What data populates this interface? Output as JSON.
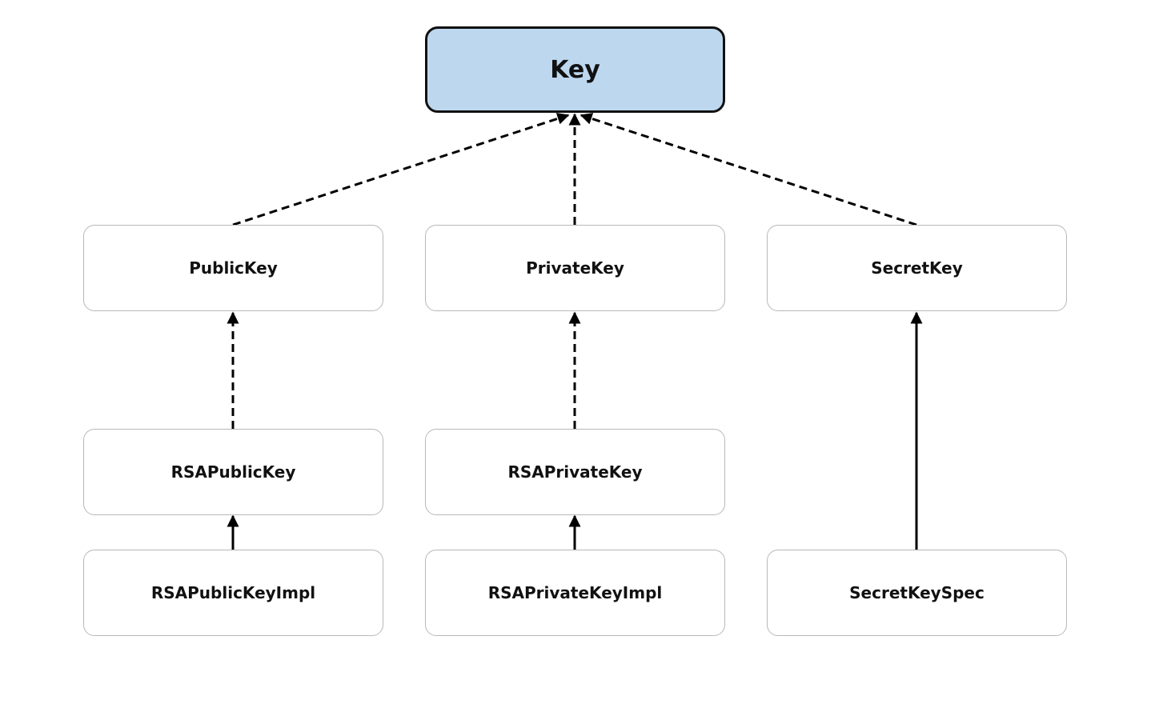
{
  "diagram": {
    "root": {
      "label": "Key"
    },
    "nodes": {
      "public_key": {
        "label": "PublicKey"
      },
      "private_key": {
        "label": "PrivateKey"
      },
      "secret_key": {
        "label": "SecretKey"
      },
      "rsa_public_key": {
        "label": "RSAPublicKey"
      },
      "rsa_private_key": {
        "label": "RSAPrivateKey"
      },
      "rsa_public_key_impl": {
        "label": "RSAPublicKeyImpl"
      },
      "rsa_private_key_impl": {
        "label": "RSAPrivateKeyImpl"
      },
      "secret_key_spec": {
        "label": "SecretKeySpec"
      }
    },
    "edges": [
      {
        "from": "PublicKey",
        "to": "Key",
        "style": "dashed"
      },
      {
        "from": "PrivateKey",
        "to": "Key",
        "style": "dashed"
      },
      {
        "from": "SecretKey",
        "to": "Key",
        "style": "dashed"
      },
      {
        "from": "RSAPublicKey",
        "to": "PublicKey",
        "style": "dashed"
      },
      {
        "from": "RSAPrivateKey",
        "to": "PrivateKey",
        "style": "dashed"
      },
      {
        "from": "RSAPublicKeyImpl",
        "to": "RSAPublicKey",
        "style": "solid"
      },
      {
        "from": "RSAPrivateKeyImpl",
        "to": "RSAPrivateKey",
        "style": "solid"
      },
      {
        "from": "SecretKeySpec",
        "to": "SecretKey",
        "style": "solid"
      }
    ],
    "colors": {
      "root_fill": "#bdd7ee",
      "root_border": "#111111",
      "node_border": "#b8b8b8",
      "edge": "#000000"
    }
  }
}
